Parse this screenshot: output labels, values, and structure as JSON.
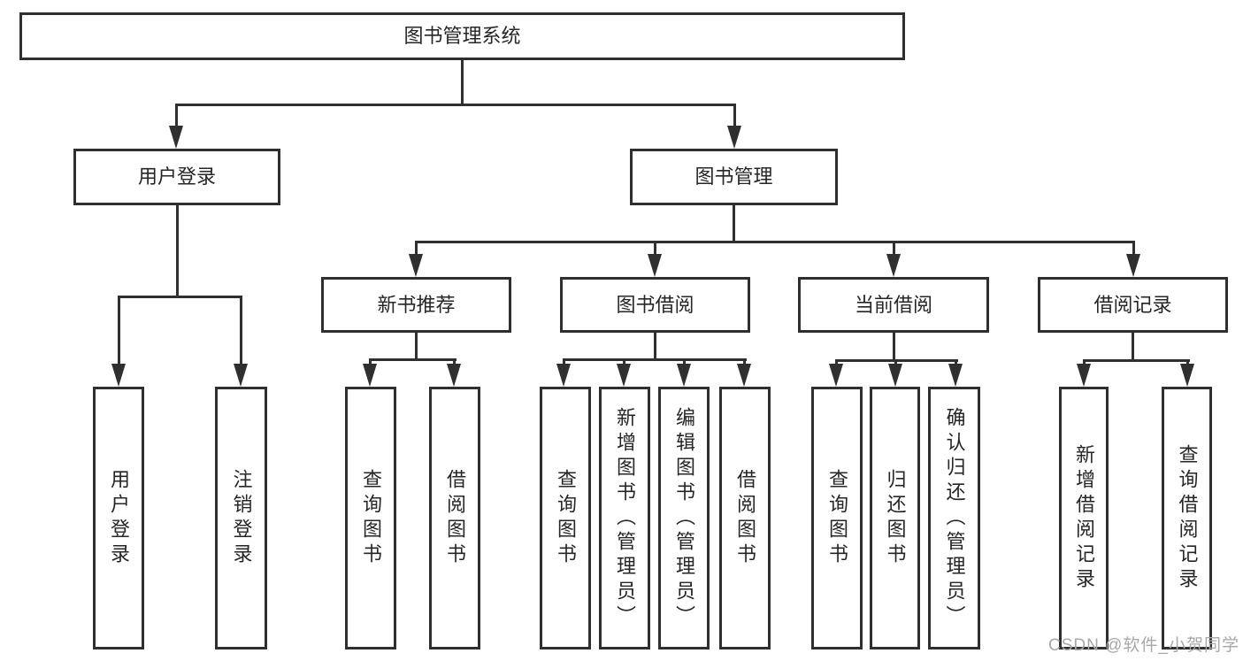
{
  "diagram": {
    "tree": {
      "label": "图书管理系统",
      "children": [
        {
          "label": "用户登录",
          "children": [
            {
              "label": "用户登录"
            },
            {
              "label": "注销登录"
            }
          ]
        },
        {
          "label": "图书管理",
          "children": [
            {
              "label": "新书推荐",
              "children": [
                {
                  "label": "查询图书"
                },
                {
                  "label": "借阅图书"
                }
              ]
            },
            {
              "label": "图书借阅",
              "children": [
                {
                  "label": "查询图书"
                },
                {
                  "label": "新增图书（管理员）"
                },
                {
                  "label": "编辑图书（管理员）"
                },
                {
                  "label": "借阅图书"
                }
              ]
            },
            {
              "label": "当前借阅",
              "children": [
                {
                  "label": "查询图书"
                },
                {
                  "label": "归还图书"
                },
                {
                  "label": "确认归还（管理员）"
                }
              ]
            },
            {
              "label": "借阅记录",
              "children": [
                {
                  "label": "新增借阅记录"
                },
                {
                  "label": "查询借阅记录"
                }
              ]
            }
          ]
        }
      ]
    },
    "colors": {
      "line": "#303030",
      "border": "#2f2f2f",
      "text": "#262626",
      "watermark": "#a8a8a8",
      "background": "#ffffff"
    },
    "watermark": {
      "text": "CSDN @软件_小贺同学"
    }
  }
}
